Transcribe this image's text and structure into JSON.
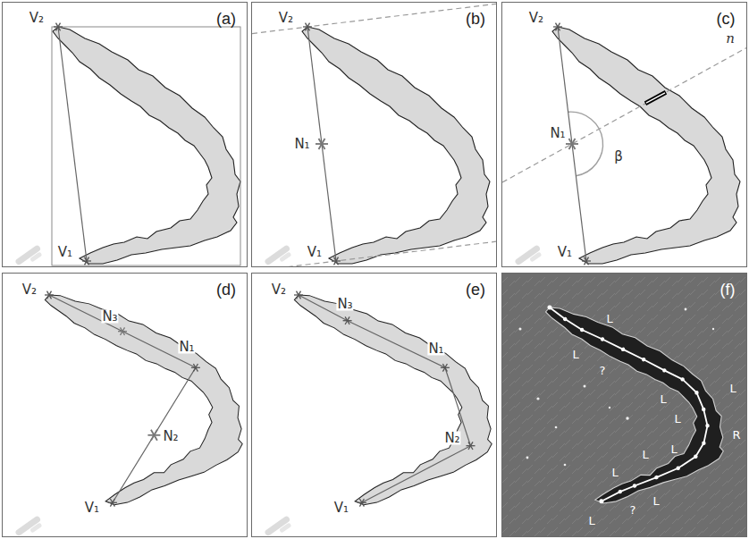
{
  "diagram": {
    "nodes": [
      {
        "text": [
          "(a)",
          "V₂",
          "V₁"
        ]
      },
      {
        "text": [
          "(b)",
          "V₂",
          "N₁",
          "V₁"
        ]
      },
      {
        "text": [
          "(c)",
          "V₂",
          "n",
          "N₁",
          "β",
          "V₁"
        ]
      },
      {
        "text": [
          "(d)",
          "V₂",
          "N₃",
          "N₁",
          "N₂",
          "V₁"
        ]
      },
      {
        "text": [
          "(e)",
          "V₂",
          "N₃",
          "N₁",
          "N₂",
          "V₁"
        ]
      },
      {
        "text": [
          "(f)",
          "L",
          "L",
          "?",
          "L",
          "L",
          "L",
          "R",
          "L",
          "L",
          "L",
          "L",
          "?",
          "L"
        ]
      }
    ]
  }
}
